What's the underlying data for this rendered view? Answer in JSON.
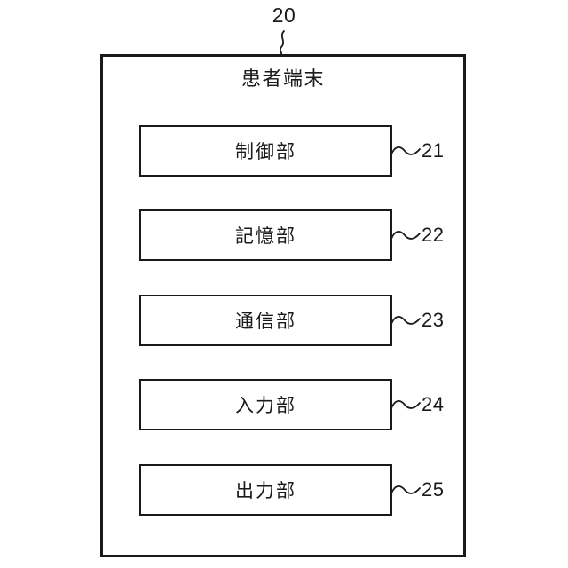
{
  "diagram": {
    "figure_ref": "20",
    "outer_title": "患者端末",
    "blocks": [
      {
        "label": "制御部",
        "ref": "21"
      },
      {
        "label": "記憶部",
        "ref": "22"
      },
      {
        "label": "通信部",
        "ref": "23"
      },
      {
        "label": "入力部",
        "ref": "24"
      },
      {
        "label": "出力部",
        "ref": "25"
      }
    ],
    "colors": {
      "line": "#1a1a1a",
      "background": "#ffffff"
    }
  }
}
